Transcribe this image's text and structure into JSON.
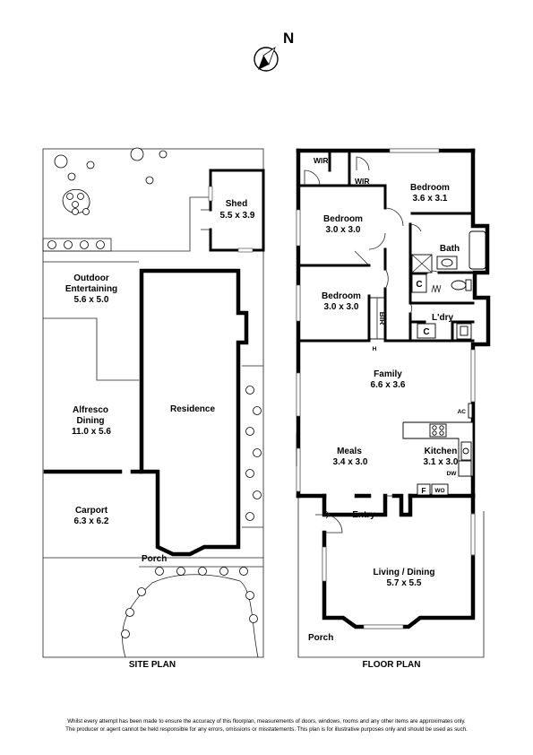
{
  "compass": {
    "label": "N"
  },
  "site_plan": {
    "title": "SITE PLAN",
    "shed": {
      "name": "Shed",
      "size": "5.5 x 3.9"
    },
    "outdoor": {
      "name1": "Outdoor",
      "name2": "Entertaining",
      "size": "5.6 x 5.0"
    },
    "alfresco": {
      "name1": "Alfresco",
      "name2": "Dining",
      "size": "11.0 x 5.6"
    },
    "residence": {
      "name": "Residence"
    },
    "carport": {
      "name": "Carport",
      "size": "6.3 x 6.2"
    },
    "porch": {
      "name": "Porch"
    }
  },
  "floor_plan": {
    "title": "FLOOR PLAN",
    "wir1": "WIR",
    "wir2": "WIR",
    "bedroom_main": {
      "name": "Bedroom",
      "size": "3.6 x 3.1"
    },
    "bedroom2": {
      "name": "Bedroom",
      "size": "3.0 x 3.0"
    },
    "bedroom3": {
      "name": "Bedroom",
      "size": "3.0 x 3.0"
    },
    "bath": "Bath",
    "bir": "BIR",
    "c1": "C",
    "c2": "C",
    "laundry": "L'dry",
    "h": "H",
    "family": {
      "name": "Family",
      "size": "6.6 x 3.6"
    },
    "ac": "AC",
    "kitchen": {
      "name": "Kitchen",
      "size": "3.1 x 3.0"
    },
    "dw": "DW",
    "f": "F",
    "wo": "WO",
    "meals": {
      "name": "Meals",
      "size": "3.4 x 3.0"
    },
    "entry": "Entry",
    "living": {
      "name": "Living / Dining",
      "size": "5.7 x 5.5"
    },
    "porch": "Porch"
  },
  "disclaimer": {
    "line1": "Whilst every attempt has been made to ensure the accuracy of this floorplan, measurements of doors, windows, rooms and any other items are approximates only.",
    "line2": "The producer or agent cannot be held responsible for any errors, omissions or misstatements. This plan is for illustrative purposes only and should be used as such."
  }
}
